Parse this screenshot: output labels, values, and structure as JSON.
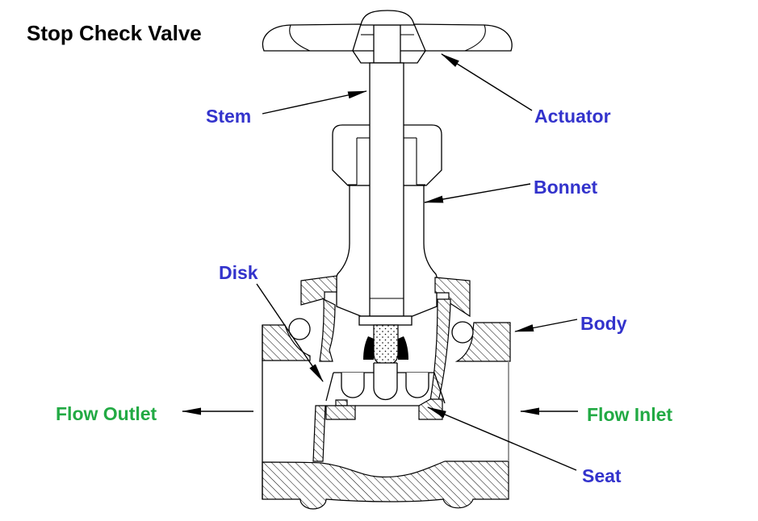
{
  "title": "Stop Check Valve",
  "colors": {
    "label_blue": "#3333cc",
    "label_green": "#22aa44",
    "line_black": "#000000",
    "pipe_gray": "#999999"
  },
  "labels": {
    "stem": "Stem",
    "actuator": "Actuator",
    "bonnet": "Bonnet",
    "disk": "Disk",
    "body": "Body",
    "flow_outlet": "Flow Outlet",
    "flow_inlet": "Flow Inlet",
    "seat": "Seat"
  }
}
